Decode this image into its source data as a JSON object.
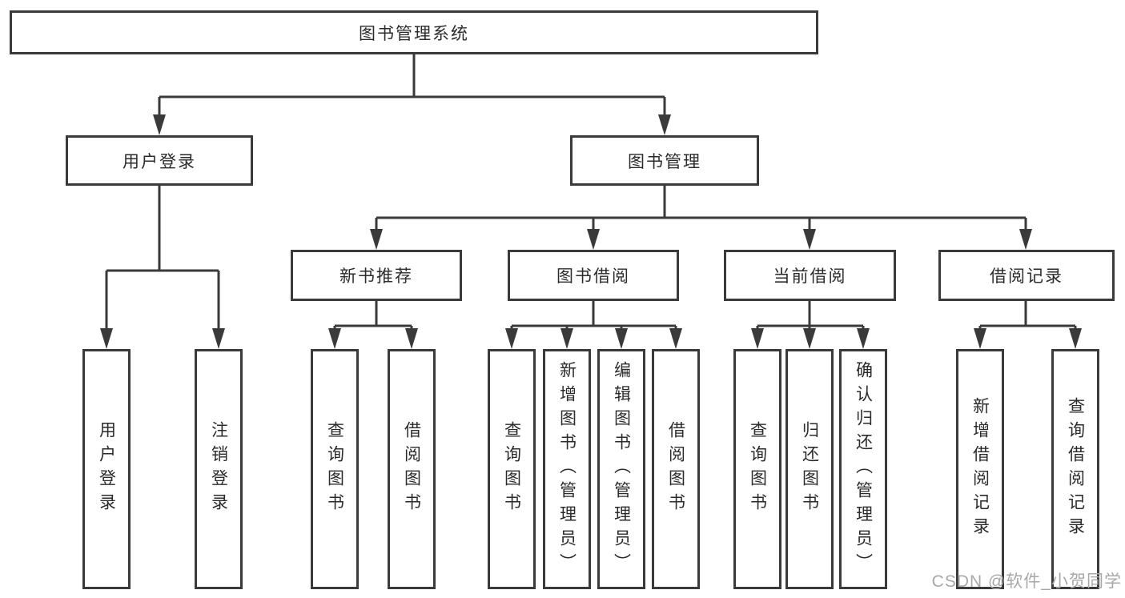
{
  "diagram": {
    "root": {
      "label": "图书管理系统"
    },
    "level2": [
      {
        "label": "用户登录",
        "leaves": [
          "用户登录",
          "注销登录"
        ]
      },
      {
        "label": "图书管理"
      }
    ],
    "level3": [
      {
        "label": "新书推荐",
        "leaves": [
          "查询图书",
          "借阅图书"
        ]
      },
      {
        "label": "图书借阅",
        "leaves": [
          "查询图书",
          "新增图书（管理员）",
          "编辑图书（管理员）",
          "借阅图书"
        ]
      },
      {
        "label": "当前借阅",
        "leaves": [
          "查询图书",
          "归还图书",
          "确认归还（管理员）"
        ]
      },
      {
        "label": "借阅记录",
        "leaves": [
          "新增借阅记录",
          "查询借阅记录"
        ]
      }
    ]
  },
  "watermark": {
    "text": "CSDN @软件_小贺同学"
  },
  "colors": {
    "line": "#3a3a3a",
    "text": "#2b2b2b",
    "watermark": "#a8a8a8",
    "background": "#ffffff"
  }
}
